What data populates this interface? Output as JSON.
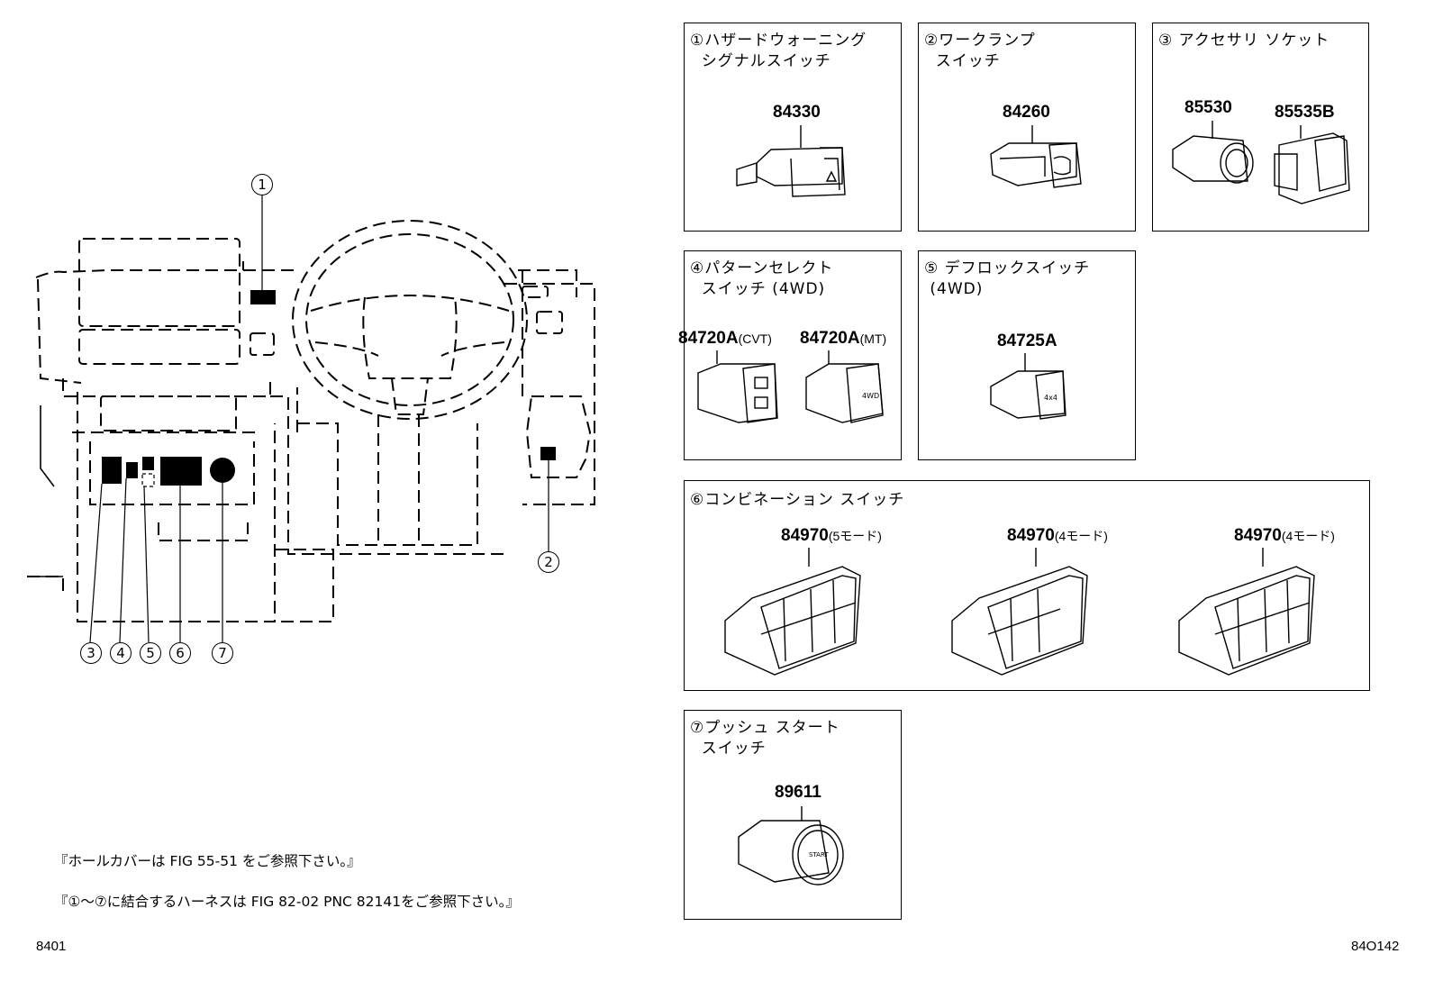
{
  "overview": {
    "callouts": [
      "①",
      "②",
      "③",
      "④",
      "⑤",
      "⑥",
      "⑦"
    ]
  },
  "panels": [
    {
      "id": "1",
      "title": "①ハザードウォーニング\n  シグナルスイッチ",
      "parts": [
        {
          "number": "84330",
          "suffix": ""
        }
      ]
    },
    {
      "id": "2",
      "title": "②ワークランプ\n  スイッチ",
      "parts": [
        {
          "number": "84260",
          "suffix": ""
        }
      ]
    },
    {
      "id": "3",
      "title": "③ アクセサリ ソケット",
      "parts": [
        {
          "number": "85530",
          "suffix": ""
        },
        {
          "number": "85535B",
          "suffix": ""
        }
      ]
    },
    {
      "id": "4",
      "title": "④パターンセレクト\n  スイッチ (4WD)",
      "parts": [
        {
          "number": "84720A",
          "suffix": "(CVT)"
        },
        {
          "number": "84720A",
          "suffix": "(MT)"
        }
      ]
    },
    {
      "id": "5",
      "title": "⑤ デフロックスイッチ\n (4WD)",
      "parts": [
        {
          "number": "84725A",
          "suffix": ""
        }
      ]
    },
    {
      "id": "6",
      "title": "⑥コンビネーション スイッチ",
      "parts": [
        {
          "number": "84970",
          "suffix": "(5モード)"
        },
        {
          "number": "84970",
          "suffix": "(4モード)"
        },
        {
          "number": "84970",
          "suffix": "(4モード)"
        }
      ]
    },
    {
      "id": "7",
      "title": "⑦プッシュ スタート\n  スイッチ",
      "parts": [
        {
          "number": "89611",
          "suffix": ""
        }
      ]
    }
  ],
  "notes": {
    "hole_cover": "『ホールカバーは FIG 55-51 をご参照下さい。』",
    "harness": "『①～⑦に結合するハーネスは FIG 82-02 PNC 82141をご参照下さい。』"
  },
  "footer": {
    "left_code": "8401",
    "right_code": "84O142"
  },
  "icons": [
    "hazard-triangle-icon",
    "work-lamp-icon",
    "socket-icon",
    "pattern-select-icon",
    "diff-lock-icon",
    "combination-switch-icon",
    "push-start-icon"
  ]
}
